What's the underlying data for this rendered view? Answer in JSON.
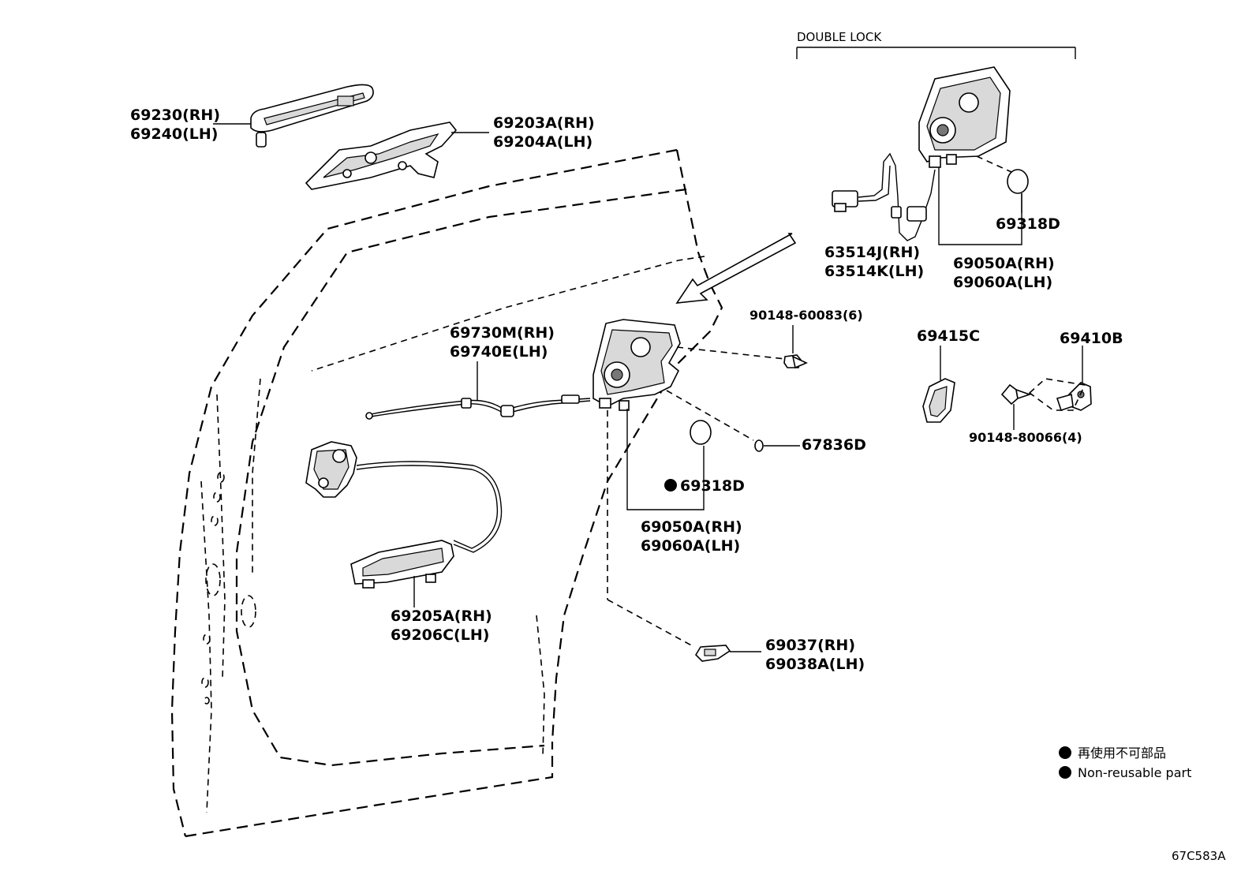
{
  "diagram": {
    "header": {
      "double_lock": "DOUBLE LOCK"
    },
    "labels": {
      "p69230": "69230(RH)",
      "p69240": "69240(LH)",
      "p69203A": "69203A(RH)",
      "p69204A": "69204A(LH)",
      "p63514J": "63514J(RH)",
      "p63514K": "63514K(LH)",
      "p69318D_top": "69318D",
      "p69050A_top": "69050A(RH)",
      "p69060A_top": "69060A(LH)",
      "p90148_60083": "90148-60083(6)",
      "p69730M": "69730M(RH)",
      "p69740E": "69740E(LH)",
      "p69415C": "69415C",
      "p69410B": "69410B",
      "p90148_80066": "90148-80066(4)",
      "p67836D": "67836D",
      "p69318D_mid": "69318D",
      "p69050A_mid": "69050A(RH)",
      "p69060A_mid": "69060A(LH)",
      "p69205A": "69205A(RH)",
      "p69206C": "69206C(LH)",
      "p69037": "69037(RH)",
      "p69038A": "69038A(LH)"
    },
    "legend": {
      "jp": "再使用不可部品",
      "en": "Non-reusable part"
    },
    "code": "67C583A"
  }
}
